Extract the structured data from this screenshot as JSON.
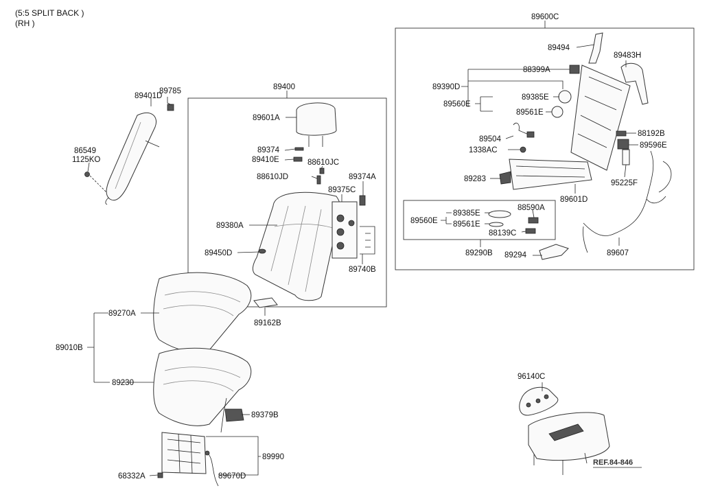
{
  "header": {
    "line1": "(5:5 SPLIT BACK )",
    "line2": "(RH )"
  },
  "labels": {
    "p89400": "89400",
    "p89600C": "89600C",
    "p89494": "89494",
    "p89483H": "89483H",
    "p88399A": "88399A",
    "p89390D": "89390D",
    "p89385E_top": "89385E",
    "p89560E_top": "89560E",
    "p89561E_top": "89561E",
    "p89504": "89504",
    "p1338AC": "1338AC",
    "p88192B": "88192B",
    "p89596E": "89596E",
    "p89283": "89283",
    "p95225F": "95225F",
    "p89601D": "89601D",
    "p89560E_box": "89560E",
    "p89385E_box": "89385E",
    "p88590A": "88590A",
    "p89561E_box": "89561E",
    "p88139C": "88139C",
    "p89290B": "89290B",
    "p89294": "89294",
    "p89607": "89607",
    "p89785": "89785",
    "p89401D": "89401D",
    "p86549": "86549",
    "p1125KO": "1125KO",
    "p89601A": "89601A",
    "p89374": "89374",
    "p89410E": "89410E",
    "p88610JC": "88610JC",
    "p88610JD": "88610JD",
    "p89374A": "89374A",
    "p89375C": "89375C",
    "p89380A": "89380A",
    "p89450D": "89450D",
    "p89740B": "89740B",
    "p89270A": "89270A",
    "p89010B": "89010B",
    "p89162B": "89162B",
    "p89230": "89230",
    "p89379B": "89379B",
    "p89990": "89990",
    "p68332A": "68332A",
    "p89670D": "89670D",
    "p96140C": "96140C",
    "ref": "REF.84-846"
  }
}
